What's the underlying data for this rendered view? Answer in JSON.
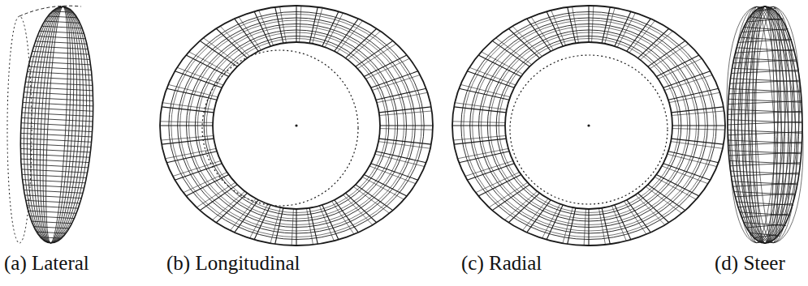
{
  "diagram": {
    "labels": [
      "(a) Lateral",
      "(b) Longitudinal",
      "(c) Radial",
      "(d) Steer"
    ]
  }
}
